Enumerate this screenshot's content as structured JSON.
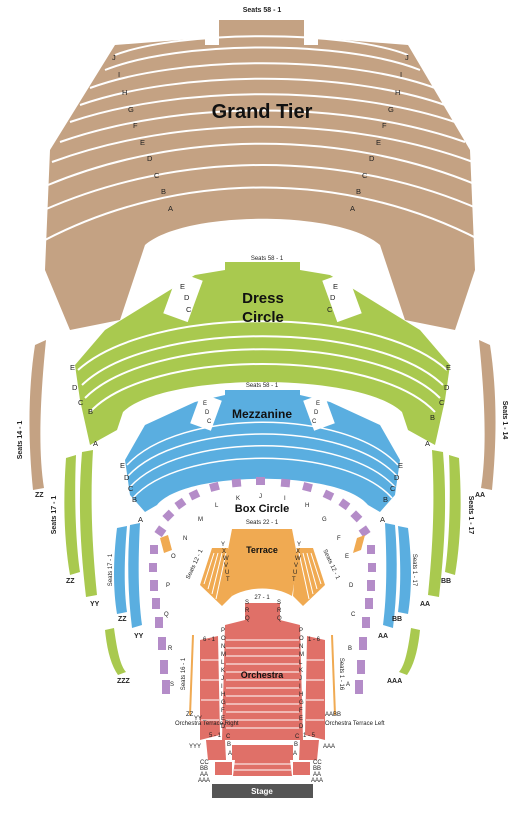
{
  "colors": {
    "grand_tier": "#c4a283",
    "dress_circle": "#a9c94f",
    "mezzanine": "#5aaee0",
    "box_circle": "#b48cc8",
    "terrace": "#f0aa52",
    "orchestra": "#e07068",
    "stage": "#555555",
    "side_boxes_tan": "#c4a283",
    "side_boxes_green": "#a9c94f",
    "side_boxes_blue": "#5aaee0"
  },
  "sections": {
    "grand_tier": {
      "name": "Grand Tier",
      "seats": "Seats 58 - 1",
      "rows": [
        "J",
        "I",
        "H",
        "G",
        "F",
        "E",
        "D",
        "C",
        "B",
        "A"
      ]
    },
    "dress_circle": {
      "name_line1": "Dress",
      "name_line2": "Circle",
      "seats": "Seats 58 - 1",
      "rows": [
        "E",
        "D",
        "C",
        "B",
        "A"
      ],
      "corner_rows": [
        "E",
        "D",
        "C"
      ]
    },
    "mezzanine": {
      "name": "Mezzanine",
      "seats": "Seats 58 - 1",
      "rows": [
        "E",
        "D",
        "C",
        "B",
        "A"
      ],
      "corner_rows": [
        "E",
        "D",
        "C"
      ]
    },
    "box_circle": {
      "name": "Box Circle",
      "top_letters": [
        "K",
        "J",
        "I",
        "H",
        "G",
        "L",
        "M"
      ],
      "left_letters": [
        "N",
        "O",
        "P",
        "Q",
        "R",
        "S"
      ],
      "right_letters": [
        "F",
        "E",
        "D",
        "C",
        "B",
        "A"
      ]
    },
    "terrace": {
      "name": "Terrace",
      "seats": "Seats 22 - 1",
      "left_seats": "Seats 12 - 1",
      "right_seats": "Seats 12 - 1",
      "rows": [
        "Y",
        "X",
        "W",
        "V",
        "U",
        "T"
      ]
    },
    "orchestra": {
      "name": "Orchestra",
      "center_seats": "27 - 1",
      "left_seats": "6 - 1",
      "right_seats": "1 - 6",
      "rows": [
        "S",
        "R",
        "Q",
        "P",
        "O",
        "N",
        "M",
        "L",
        "K",
        "J",
        "I",
        "H",
        "G",
        "F",
        "E",
        "D",
        "C",
        "B",
        "A"
      ],
      "terrace_right": "Orchestra Terrace Right",
      "terrace_left": "Orchestra Terrace Left",
      "pit_left": "5 - 1",
      "pit_right": "1 - 5",
      "pit_left_row": "YYY",
      "pit_right_row": "AAA",
      "front_left_rows": [
        "CC",
        "BB",
        "AA",
        "AAA"
      ],
      "front_right_rows": [
        "CC",
        "BB",
        "AA",
        "AAA"
      ],
      "row_zz": "ZZ",
      "row_yy": "YY",
      "row_aa": "AA",
      "row_bb": "BB"
    },
    "side_left": {
      "seats_outer": "Seats 14 - 1",
      "seats_mid": "Seats 17 - 1",
      "seats_inner": "Seats 17 - 1",
      "seats_orch": "Seats 16 - 1",
      "labels": [
        "ZZ",
        "ZZ",
        "YY",
        "ZZ",
        "YY",
        "ZZZ"
      ]
    },
    "side_right": {
      "seats_outer": "Seats 1 - 14",
      "seats_mid": "Seats 1 - 17",
      "seats_inner": "Seats 1 - 17",
      "seats_orch": "Seats 1 - 16",
      "labels": [
        "AA",
        "BB",
        "AA",
        "BB",
        "AA",
        "AAA"
      ]
    },
    "stage": {
      "name": "Stage"
    }
  }
}
